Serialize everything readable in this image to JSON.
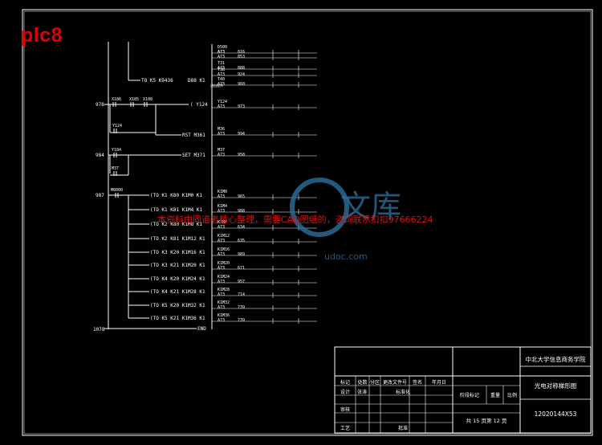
{
  "label_tag": "plc8",
  "watermark_text": "本资料由同道者精心整理，需要CAD图纸的，咨询联系扣扣97666224",
  "watermark_logo": {
    "cn": "文库",
    "latin": "udoc.com"
  },
  "colors": {
    "frame": "#ffffff",
    "wire": "#ffffff",
    "text": "#ffffff",
    "accent": "#e00000",
    "logo": "#2b6f9c"
  },
  "rungs": [
    {
      "id": "r_top",
      "coil": "TO K5 K9436",
      "extra": "D88 K1"
    },
    {
      "id": "r978",
      "num": "978",
      "contacts": [
        "X186",
        "X185",
        "X108"
      ],
      "coil": "Y124"
    },
    {
      "id": "r_rst",
      "contacts": [
        "Y124"
      ],
      "coil": "RST M361"
    },
    {
      "id": "r984",
      "num": "984",
      "contacts": [
        "Y124",
        "M37"
      ],
      "coil": "SET M371"
    },
    {
      "id": "r987",
      "num": "987",
      "contacts": [
        "M8000"
      ],
      "coil": "TO K1 K80 K1M0 K1"
    }
  ],
  "coils_block": [
    "TO K1 K80 K1M0 K1",
    "TO K1 K81 K1M4 K1",
    "TO K2 K80 K1M8 K1",
    "TO K2 K81 K1M12 K1",
    "TO K3 K20 K1M16 K1",
    "TO K3 K21 K1M20 K1",
    "TO K4 K20 K1M24 K1",
    "TO K4 K21 K1M28 K1",
    "TO K5 K20 K1M32 K1",
    "TO K5 K21 K1M36 K1"
  ],
  "end_label": "END",
  "end_num": "1078",
  "title_block": {
    "school": "中北大学信息商务学院",
    "drawing_title": "光电对称梯形图",
    "drawing_no": "12020144X53",
    "headers": [
      "标记",
      "处数",
      "分区",
      "更改文件号",
      "签名",
      "年月日"
    ],
    "rows1": [
      "设计",
      "张涛",
      "标准化"
    ],
    "rows2": [
      "审核"
    ],
    "rows3": [
      "工艺",
      "批准"
    ],
    "stage_headers": [
      "阶段标记",
      "重量",
      "比例"
    ],
    "sheet_info": "共 15 页第 12 页"
  }
}
